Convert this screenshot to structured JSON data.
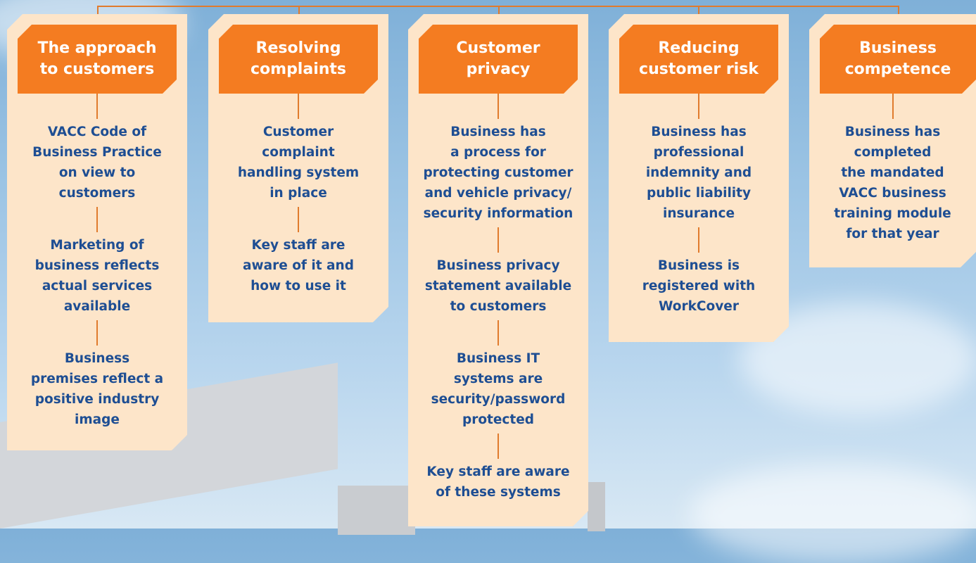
{
  "colors": {
    "accent": "#f47c21",
    "card": "#fde5c9",
    "text": "#1e4e93"
  },
  "columns": [
    {
      "title": "The approach\nto customers",
      "items": [
        "VACC Code of\nBusiness Practice\non view to\ncustomers",
        "Marketing of\nbusiness reflects\nactual services\navailable",
        "Business\npremises reflect a\npositive industry\nimage"
      ]
    },
    {
      "title": "Resolving\ncomplaints",
      "items": [
        "Customer\ncomplaint\nhandling system\nin place",
        "Key staff are\naware of it and\nhow to use it"
      ]
    },
    {
      "title": "Customer\nprivacy",
      "items": [
        "Business has\na process for\nprotecting customer\nand vehicle privacy/\nsecurity information",
        "Business privacy\nstatement available\nto customers",
        "Business IT\nsystems are\nsecurity/password\nprotected",
        "Key staff are aware\nof these systems"
      ]
    },
    {
      "title": "Reducing\ncustomer risk",
      "items": [
        "Business has\nprofessional\nindemnity and\npublic liability\ninsurance",
        "Business is\nregistered with\nWorkCover"
      ]
    },
    {
      "title": "Business\ncompetence",
      "items": [
        "Business has\ncompleted\nthe mandated\nVACC business\ntraining module\nfor that year"
      ]
    }
  ]
}
